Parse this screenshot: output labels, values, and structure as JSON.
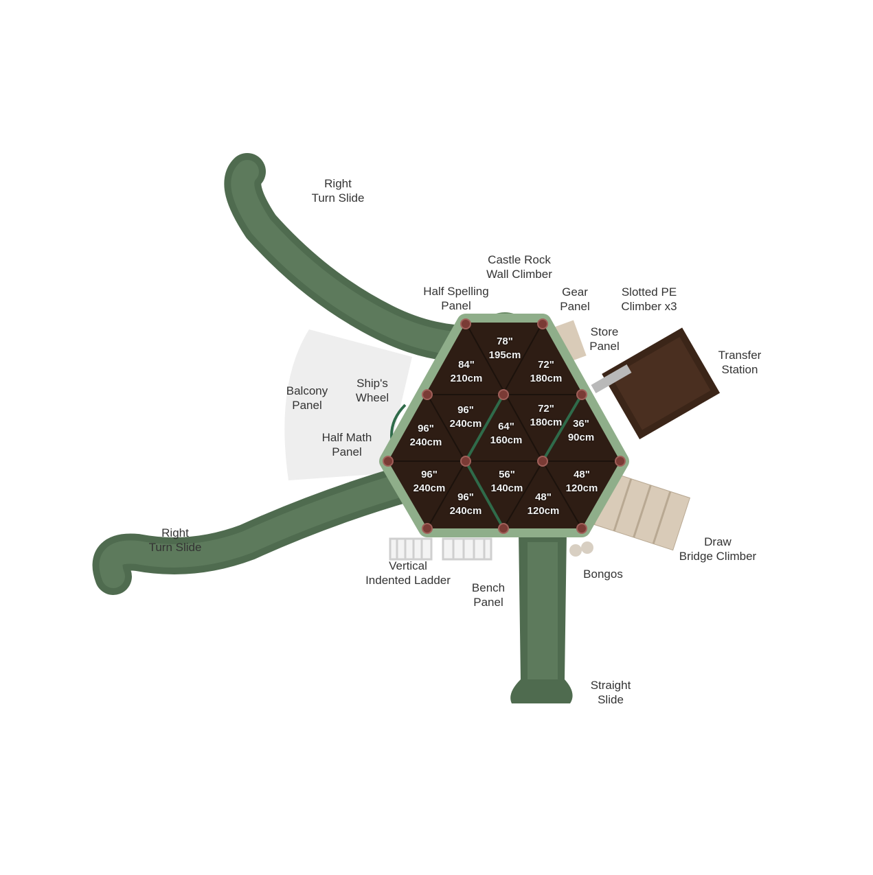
{
  "colors": {
    "slide": "#4f6b4f",
    "deck": "#2e1d14",
    "panel": "#8fae8a",
    "post": "#7a3b35",
    "bridge": "#d9cbb8",
    "transfer": "#3b2518"
  },
  "labels": [
    {
      "line1": "Right",
      "line2": "Turn Slide"
    },
    {
      "line1": "Castle Rock",
      "line2": "Wall Climber"
    },
    {
      "line1": "Half Spelling",
      "line2": "Panel"
    },
    {
      "line1": "Gear",
      "line2": "Panel"
    },
    {
      "line1": "Slotted PE",
      "line2": "Climber x3"
    },
    {
      "line1": "Store",
      "line2": "Panel"
    },
    {
      "line1": "Transfer",
      "line2": "Station"
    },
    {
      "line1": "Balcony",
      "line2": "Panel"
    },
    {
      "line1": "Ship's",
      "line2": "Wheel"
    },
    {
      "line1": "Half Math",
      "line2": "Panel"
    },
    {
      "line1": "Right",
      "line2": "Turn Slide"
    },
    {
      "line1": "Vertical",
      "line2": "Indented Ladder"
    },
    {
      "line1": "Bench",
      "line2": "Panel"
    },
    {
      "line1": "Bongos",
      "line2": ""
    },
    {
      "line1": "Draw",
      "line2": "Bridge Climber"
    },
    {
      "line1": "Straight",
      "line2": "Slide"
    }
  ],
  "deck_heights": [
    {
      "in": "78\"",
      "cm": "195cm"
    },
    {
      "in": "84\"",
      "cm": "210cm"
    },
    {
      "in": "72\"",
      "cm": "180cm"
    },
    {
      "in": "96\"",
      "cm": "240cm"
    },
    {
      "in": "96\"",
      "cm": "240cm"
    },
    {
      "in": "64\"",
      "cm": "160cm"
    },
    {
      "in": "72\"",
      "cm": "180cm"
    },
    {
      "in": "36\"",
      "cm": "90cm"
    },
    {
      "in": "96\"",
      "cm": "240cm"
    },
    {
      "in": "96\"",
      "cm": "240cm"
    },
    {
      "in": "56\"",
      "cm": "140cm"
    },
    {
      "in": "48\"",
      "cm": "120cm"
    },
    {
      "in": "48\"",
      "cm": "120cm"
    }
  ]
}
